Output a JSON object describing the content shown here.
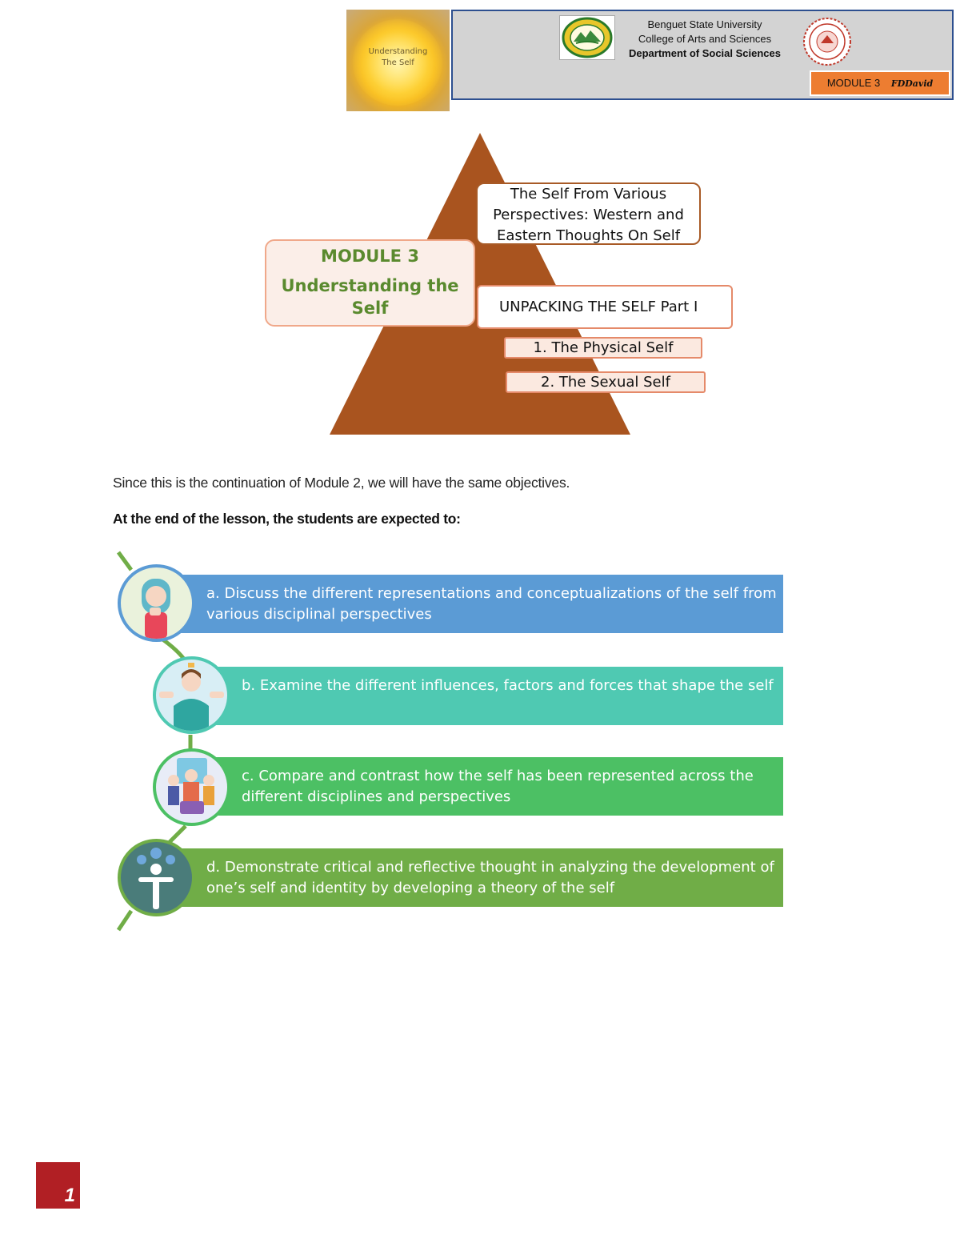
{
  "cover": {
    "title": "Understanding\nThe Self"
  },
  "header": {
    "university": "Benguet State University",
    "college": "College of Arts and Sciences",
    "department": "Department of Social Sciences",
    "module_tag": "MODULE 3",
    "module_author": "FDDavid",
    "colors": {
      "border": "#2d4f8f",
      "tag": "#ed7d31"
    }
  },
  "pyramid": {
    "color": "#a9541f",
    "module_number": "MODULE 3",
    "module_title": "Understanding the\nSelf",
    "perspectives": "The Self From Various\nPerspectives: Western and\nEastern Thoughts On Self",
    "unpacking": "UNPACKING THE SELF Part I",
    "sub_items": [
      "1. The Physical Self",
      "2. The Sexual Self"
    ]
  },
  "intro": "Since this is the continuation of Module 2, we will have the same objectives.",
  "lead": "At the end of the lesson, the students are expected to:",
  "objectives": [
    {
      "text": "a. Discuss the different representations and conceptualizations of the self from various disciplinal perspectives",
      "icon": "thinking-girl-icon",
      "color": "#5b9bd5"
    },
    {
      "text": "b. Examine the different influences, factors and forces that shape the self",
      "icon": "man-with-hands-icon",
      "color": "#4fc9b2"
    },
    {
      "text": "c. Compare and contrast how the self has been represented across the different disciplines and perspectives",
      "icon": "group-people-icon",
      "color": "#4cc064"
    },
    {
      "text": "d. Demonstrate critical and reflective thought in analyzing the development of one’s self and identity by developing a theory of the self",
      "icon": "person-hearts-icon",
      "color": "#70ad47"
    }
  ],
  "page_number": "1"
}
